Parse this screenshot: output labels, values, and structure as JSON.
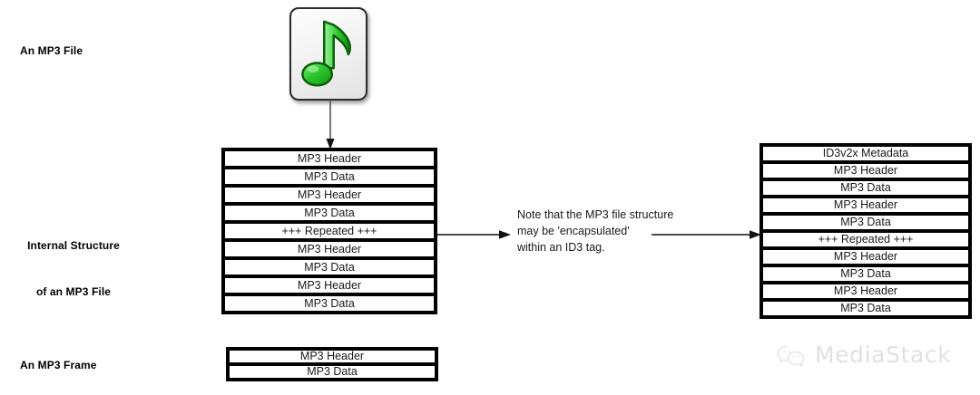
{
  "diagram": {
    "title_labels": {
      "file": "An MP3 File",
      "internal_line1": "Internal Structure",
      "internal_line2": "of an MP3 File",
      "frame": "An MP3 Frame"
    },
    "icon": {
      "name": "mp3-file-icon",
      "glyph": "eighth-note",
      "note_color": "#22bb22",
      "note_outline": "#0b5f0b",
      "plate_color": "#f1f1f1",
      "plate_border": "#2b2b2b"
    },
    "stacks": {
      "internal": {
        "name": "internal-structure-stack",
        "rows": [
          "MP3 Header",
          "MP3 Data",
          "MP3 Header",
          "MP3 Data",
          "+++ Repeated +++",
          "MP3 Header",
          "MP3 Data",
          "MP3 Header",
          "MP3 Data"
        ]
      },
      "id3": {
        "name": "id3-encapsulated-stack",
        "rows": [
          "ID3v2x Metadata",
          "MP3 Header",
          "MP3 Data",
          "MP3 Header",
          "MP3 Data",
          "+++ Repeated +++",
          "MP3 Header",
          "MP3 Data",
          "MP3 Header",
          "MP3 Data"
        ]
      },
      "frame": {
        "name": "mp3-frame-stack",
        "rows": [
          "MP3 Header",
          "MP3 Data"
        ]
      }
    },
    "note": {
      "line1": "Note that the MP3 file structure",
      "line2": "may be 'encapsulated'",
      "line3": "within an ID3 tag."
    },
    "arrows": [
      {
        "name": "arrow-file-to-structure",
        "direction": "down"
      },
      {
        "name": "arrow-structure-to-note",
        "direction": "right"
      },
      {
        "name": "arrow-note-to-id3",
        "direction": "right"
      }
    ],
    "watermark": {
      "icon": "wechat-logo-icon",
      "text": "MediaStack",
      "color": "#d6d6d6"
    }
  }
}
